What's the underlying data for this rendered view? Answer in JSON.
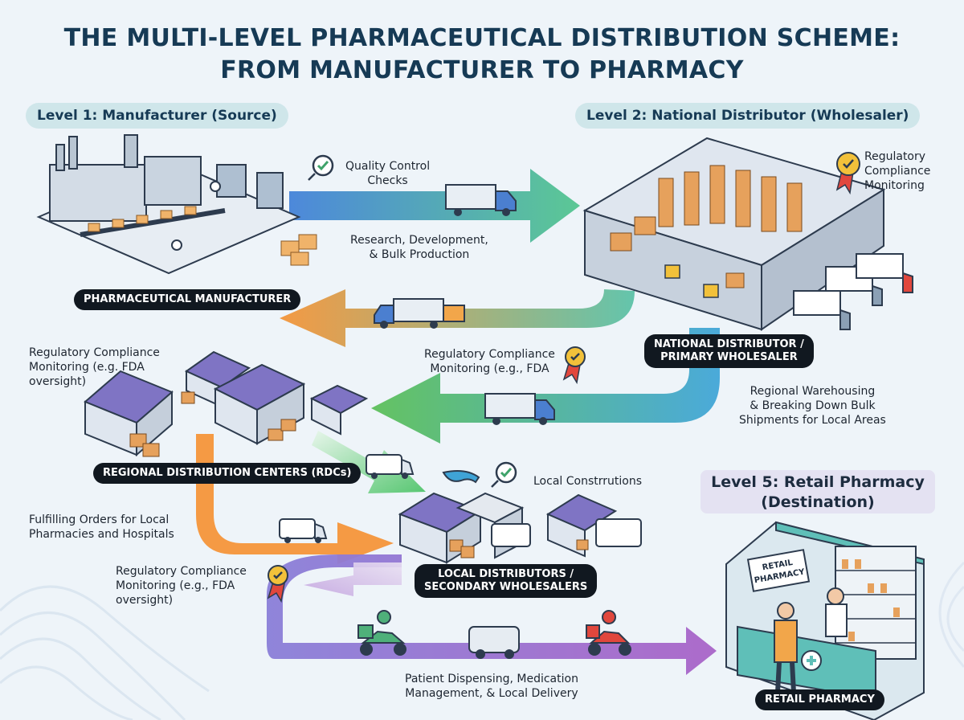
{
  "title_line1": "THE MULTI-LEVEL PHARMACEUTICAL DISTRIBUTION SCHEME:",
  "title_line2": "FROM MANUFACTURER TO PHARMACY",
  "levels": {
    "level1": "Level 1: Manufacturer (Source)",
    "level2": "Level 2: National Distributor (Wholesaler)",
    "level5_line1": "Level 5: Retail Pharmacy",
    "level5_line2": "(Destination)"
  },
  "tags": {
    "manufacturer": "PHARMACEUTICAL MANUFACTURER",
    "national_line1": "NATIONAL DISTRIBUTOR /",
    "national_line2": "PRIMARY WHOLESALER",
    "rdc": "REGIONAL DISTRIBUTION CENTERS (RDCs)",
    "local_line1": "LOCAL DISTRIBUTORS /",
    "local_line2": "SECONDARY WHOLESALERS",
    "retail": "RETAIL PHARMACY"
  },
  "notes": {
    "qc_line1": "Quality Control",
    "qc_line2": "Checks",
    "rnd_line1": "Research, Development,",
    "rnd_line2": "& Bulk Production",
    "reg_top_line1": "Regulatory",
    "reg_top_line2": "Compliance",
    "reg_top_line3": "Monitoring",
    "reg_left_line1": "Regulatory Compliance",
    "reg_left_line2": "Monitoring (e.g. FDA",
    "reg_left_line3": "oversight)",
    "reg_mid_line1": "Regulatory Compliance",
    "reg_mid_line2": "Monitoring (e.g., FDA",
    "regional_line1": "Regional Warehousing",
    "regional_line2": "& Breaking Down Bulk",
    "regional_line3": "Shipments for Local Areas",
    "local_constr": "Local Constrrutions",
    "fulfill_line1": "Fulfilling Orders for Local",
    "fulfill_line2": "Pharmacies and Hospitals",
    "reg_bottom_line1": "Regulatory Compliance",
    "reg_bottom_line2": "Monitoring (e.g., FDA",
    "reg_bottom_line3": "oversight)",
    "dispense_line1": "Patient Dispensing, Medication",
    "dispense_line2": "Management, & Local Delivery"
  },
  "pharmacy_sign_line1": "RETAIL",
  "pharmacy_sign_line2": "PHARMACY",
  "colors": {
    "title": "#163a55",
    "arrow_blue": "#3f8fd6",
    "arrow_green": "#5cc07a",
    "arrow_orange": "#f49a3c",
    "arrow_purple": "#9a6fd0",
    "roof": "#7f74c4",
    "tag_bg": "#111820"
  }
}
